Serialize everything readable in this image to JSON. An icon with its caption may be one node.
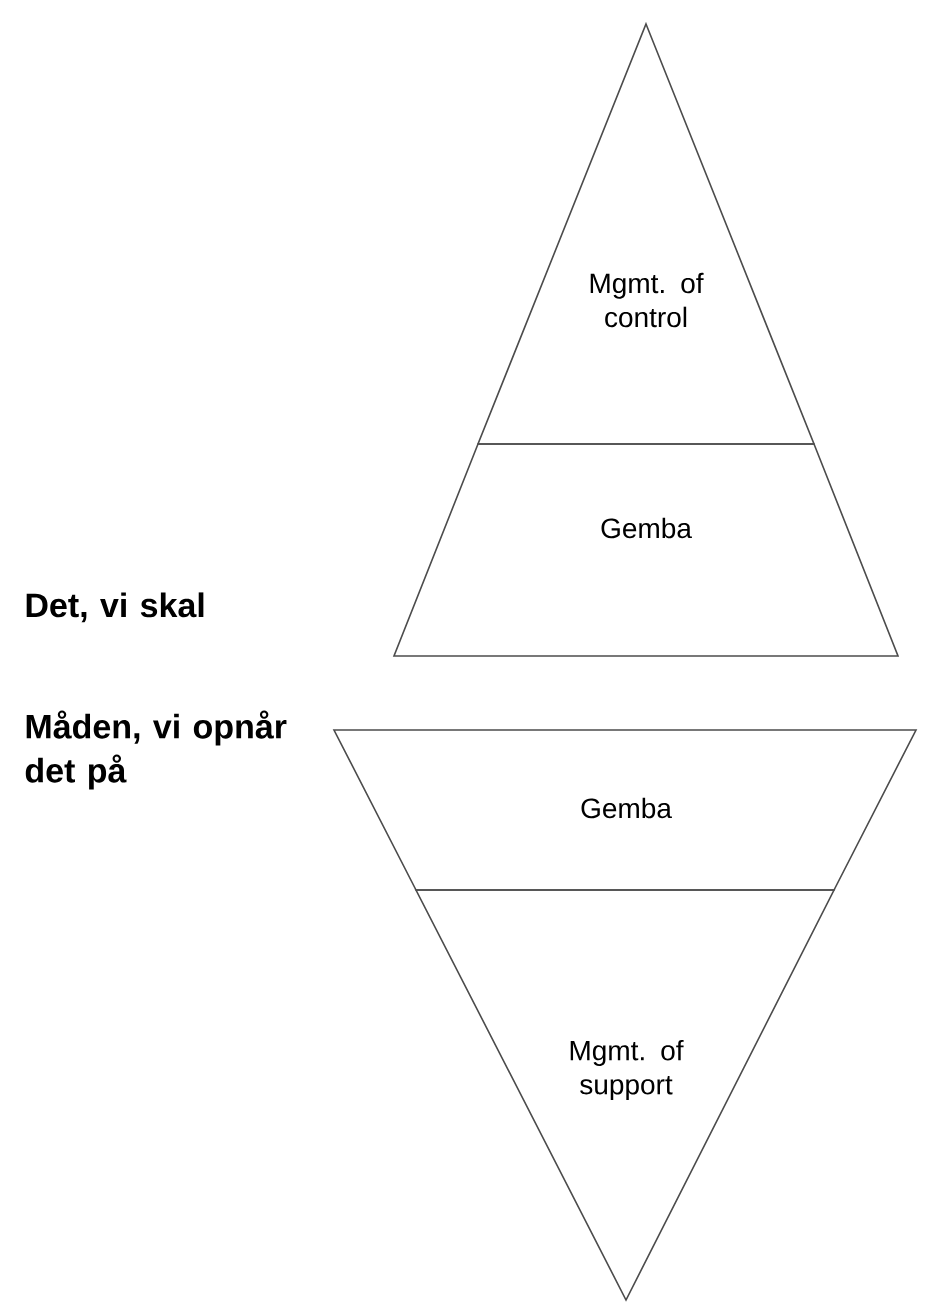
{
  "diagram": {
    "nodes": [
      {
        "text": [
          "Mgmt. of control"
        ]
      },
      {
        "text": [
          "Gemba"
        ]
      },
      {
        "text": [
          "Gemba"
        ]
      },
      {
        "text": [
          "Mgmt. of support"
        ]
      }
    ],
    "labels": [
      "Det, vi skal",
      "Måden, vi opnår det på"
    ]
  }
}
